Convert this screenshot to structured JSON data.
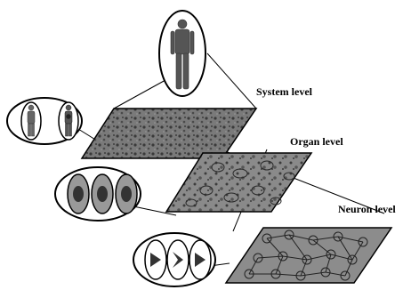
{
  "labels": {
    "system": "System  level",
    "organ": "Organ level",
    "neuron": "Neuron level"
  },
  "colors": {
    "stroke": "#000000",
    "plate_fill": "#6f6f6f",
    "plate_texture": "#3a3a3a",
    "ellipse_fill": "#ffffff",
    "figure": "#555555"
  }
}
